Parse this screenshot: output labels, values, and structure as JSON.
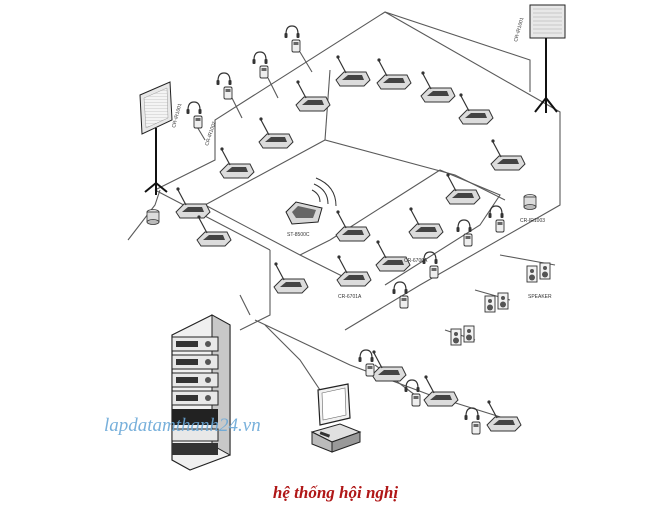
{
  "watermark": "lapdatamthanh24.vn",
  "caption": "hệ thống hội nghị",
  "labels": {
    "panel_left": "CR-IR1001",
    "panel_right": "CR-IR1001",
    "receiver": "CR-IR1002",
    "central": "ST-8500C",
    "chairman": "CR-6700A",
    "delegate": "CR-6701A",
    "sensor": "CR-IR1003",
    "speaker": "SPEAKER"
  },
  "colors": {
    "line": "#5a5a5a",
    "device": "#9a9a9a",
    "dark": "#3a3a3a",
    "text_caption": "#b01717",
    "watermark": "#6aa8d8"
  }
}
